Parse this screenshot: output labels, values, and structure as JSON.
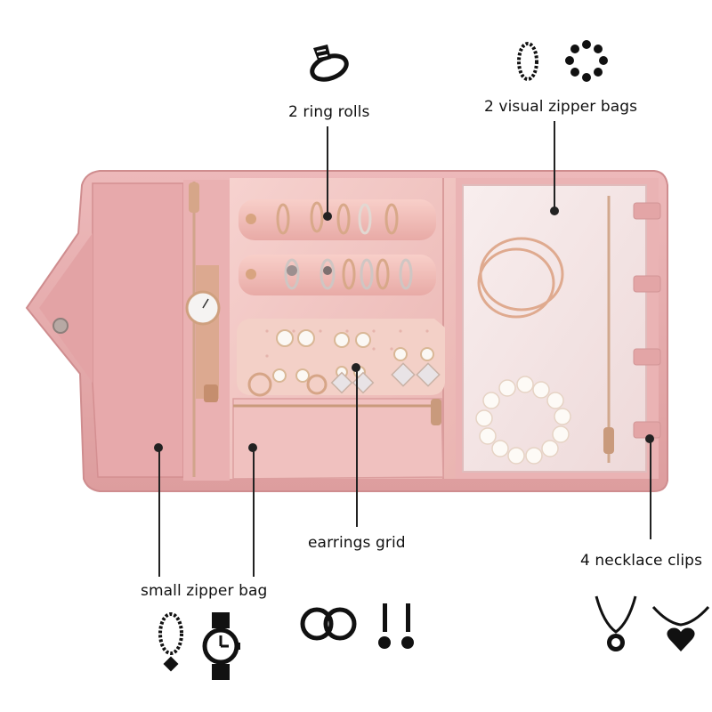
{
  "labels": {
    "ring_rolls": "2 ring rolls",
    "zipper_bags": "2 visual zipper bags",
    "earrings_grid": "earrings grid",
    "small_zipper_bag": "small zipper bag",
    "necklace_clips": "4 necklace clips"
  },
  "colors": {
    "case_pink": "#e9b0b2",
    "case_dark": "#d89596",
    "lining": "#f2c6c3",
    "clear_pocket": "#f6e8e8",
    "gold": "#c99a7c",
    "line": "#222222"
  },
  "icons": [
    "ring-icon",
    "beaded-bracelet-icon",
    "earrings-icon",
    "watch-icon",
    "necklace-icon"
  ]
}
